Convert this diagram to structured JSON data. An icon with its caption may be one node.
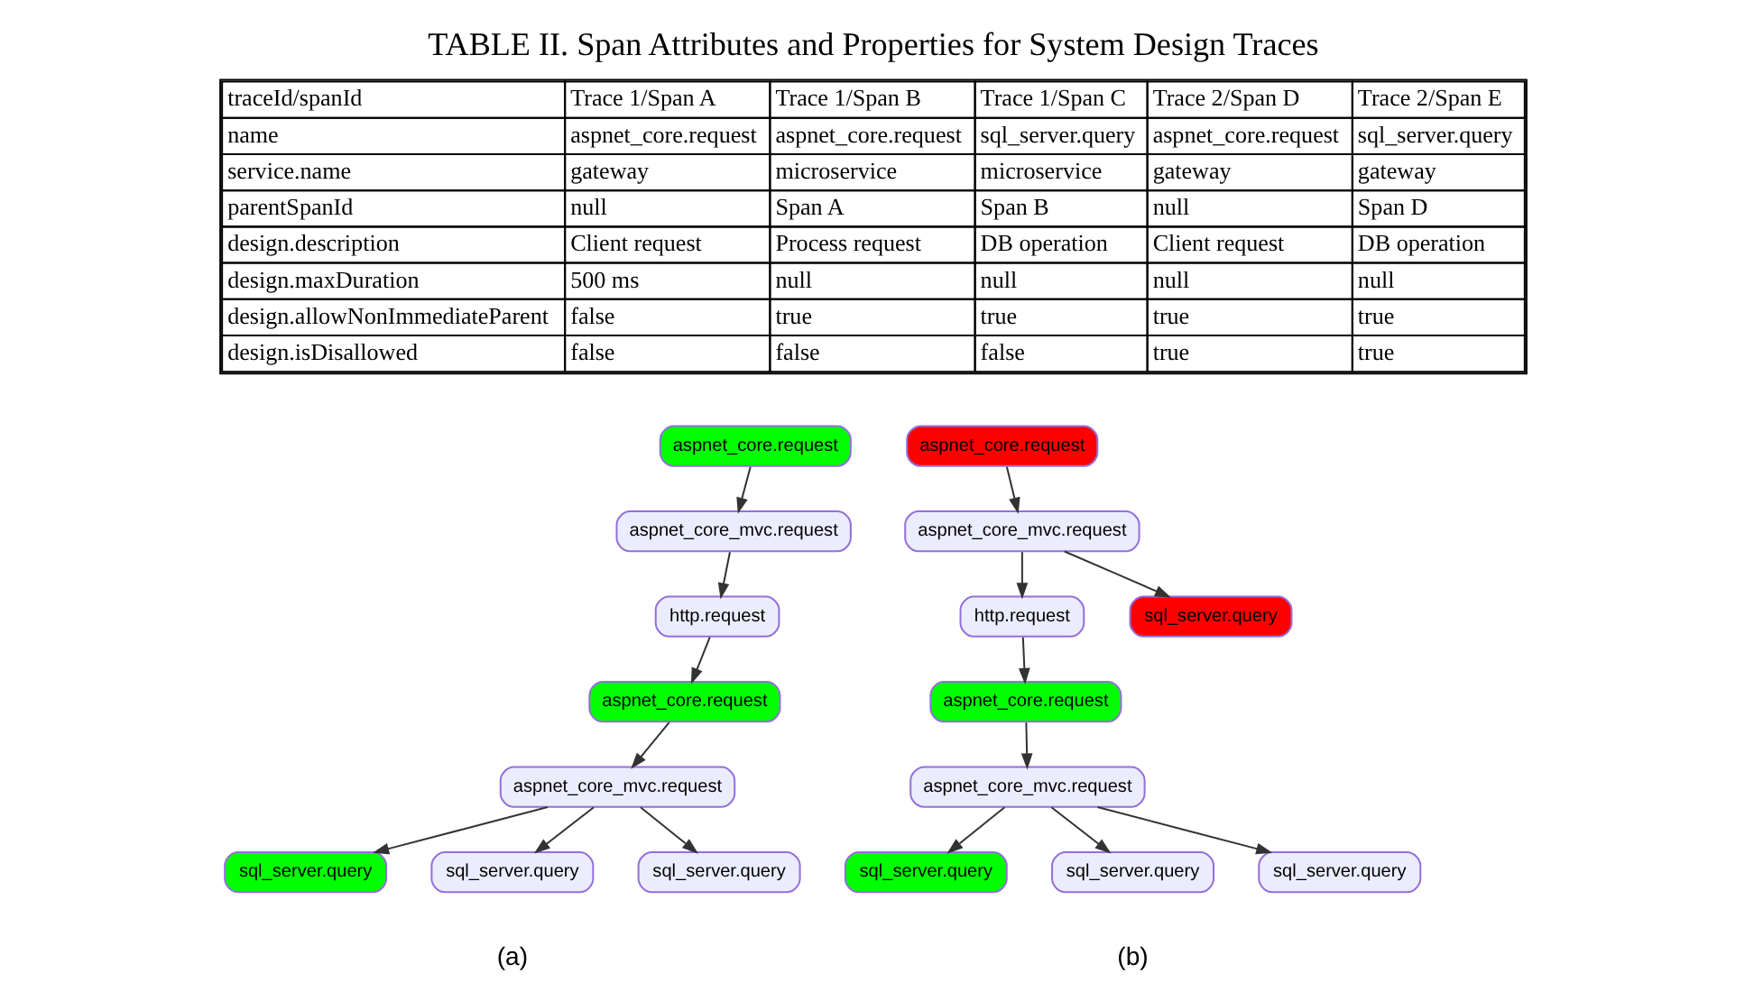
{
  "diagram": {
    "title": "TABLE II. Span Attributes and Properties for System Design Traces",
    "nodes": [
      {
        "text": [
          "aspnet_core.request"
        ]
      },
      {
        "text": [
          "aspnet_core_mvc.request"
        ]
      },
      {
        "text": [
          "http.request"
        ]
      },
      {
        "text": [
          "aspnet_core.request"
        ]
      },
      {
        "text": [
          "aspnet_core_mvc.request"
        ]
      },
      {
        "text": [
          "sql_server.query"
        ]
      },
      {
        "text": [
          "sql_server.query"
        ]
      },
      {
        "text": [
          "sql_server.query"
        ]
      },
      {
        "text": [
          "aspnet_core.request"
        ]
      },
      {
        "text": [
          "aspnet_core_mvc.request"
        ]
      },
      {
        "text": [
          "http.request"
        ]
      },
      {
        "text": [
          "sql_server.query"
        ]
      },
      {
        "text": [
          "aspnet_core.request"
        ]
      },
      {
        "text": [
          "aspnet_core_mvc.request"
        ]
      },
      {
        "text": [
          "sql_server.query"
        ]
      },
      {
        "text": [
          "sql_server.query"
        ]
      },
      {
        "text": [
          "sql_server.query"
        ]
      }
    ],
    "edges": [
      {
        "from": 0,
        "to": 1,
        "arrow": "to"
      },
      {
        "from": 1,
        "to": 2,
        "arrow": "to"
      },
      {
        "from": 2,
        "to": 3,
        "arrow": "to"
      },
      {
        "from": 3,
        "to": 4,
        "arrow": "to"
      },
      {
        "from": 4,
        "to": 5,
        "arrow": "to"
      },
      {
        "from": 4,
        "to": 6,
        "arrow": "to"
      },
      {
        "from": 4,
        "to": 7,
        "arrow": "to"
      },
      {
        "from": 8,
        "to": 9,
        "arrow": "to"
      },
      {
        "from": 9,
        "to": 10,
        "arrow": "to"
      },
      {
        "from": 9,
        "to": 11,
        "arrow": "to"
      },
      {
        "from": 10,
        "to": 12,
        "arrow": "to"
      },
      {
        "from": 12,
        "to": 13,
        "arrow": "to"
      },
      {
        "from": 13,
        "to": 14,
        "arrow": "to"
      },
      {
        "from": 13,
        "to": 15,
        "arrow": "to"
      },
      {
        "from": 13,
        "to": 16,
        "arrow": "to"
      }
    ],
    "labels": [
      "traceId/spanId",
      "Trace 1/Span A",
      "Trace 1/Span B",
      "Trace 1/Span C",
      "Trace 2/Span D",
      "Trace 2/Span E",
      "name",
      "aspnet_core.request",
      "aspnet_core.request",
      "sql_server.query",
      "aspnet_core.request",
      "sql_server.query",
      "service.name",
      "gateway",
      "microservice",
      "microservice",
      "gateway",
      "gateway",
      "parentSpanId",
      "null",
      "Span A",
      "Span B",
      "null",
      "Span D",
      "design.description",
      "Client request",
      "Process request",
      "DB operation",
      "Client request",
      "DB operation",
      "design.maxDuration",
      "500 ms",
      "null",
      "null",
      "null",
      "null",
      "design.allowNonImmediateParent",
      "false",
      "true",
      "true",
      "true",
      "true",
      "design.isDisallowed",
      "false",
      "false",
      "false",
      "true",
      "true",
      "(a)",
      "(b)"
    ]
  }
}
